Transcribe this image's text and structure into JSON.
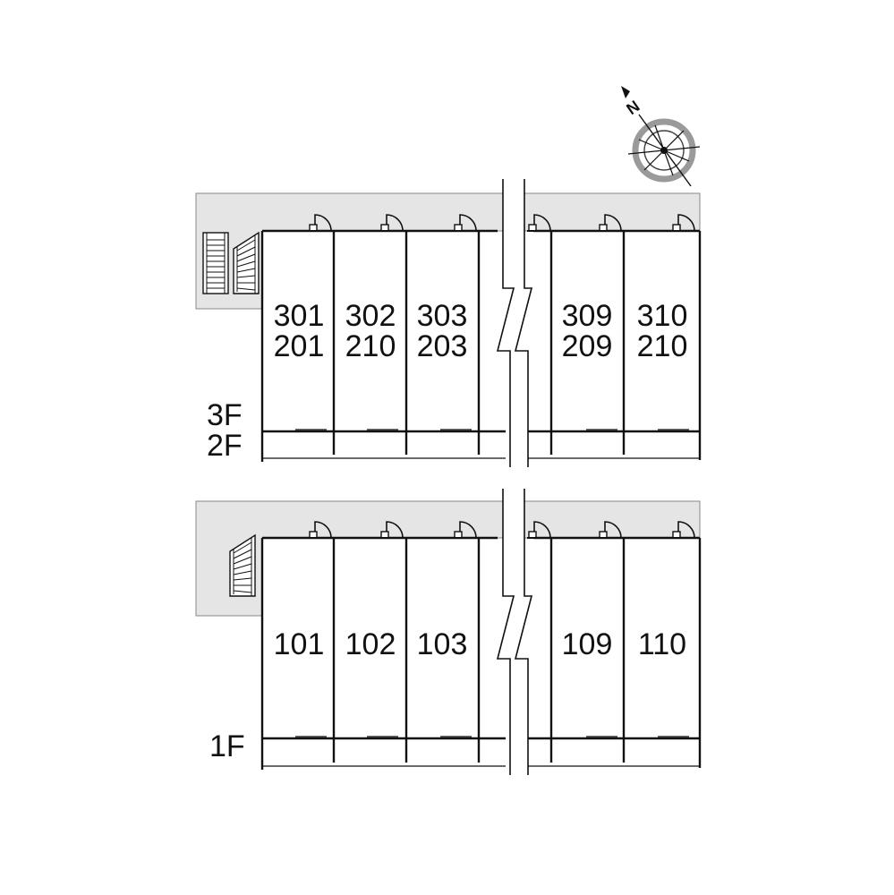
{
  "plan": {
    "upper_block": {
      "units": [
        {
          "top": "301",
          "bottom": "201"
        },
        {
          "top": "302",
          "bottom": "210"
        },
        {
          "top": "303",
          "bottom": "203"
        },
        {
          "top": "309",
          "bottom": "209"
        },
        {
          "top": "310",
          "bottom": "210"
        }
      ],
      "floor_labels": [
        "3F",
        "2F"
      ]
    },
    "lower_block": {
      "units": [
        {
          "top": "101"
        },
        {
          "top": "102"
        },
        {
          "top": "103"
        },
        {
          "top": "109"
        },
        {
          "top": "110"
        }
      ],
      "floor_labels": [
        "1F"
      ]
    },
    "compass": {
      "north_label": "N"
    }
  },
  "colors": {
    "corridor": "#e5e5e5",
    "wall": "#111111",
    "compass_ring": "#9a9a9a"
  },
  "icons": [
    "door-icon",
    "staircase-icon",
    "compass-icon"
  ]
}
